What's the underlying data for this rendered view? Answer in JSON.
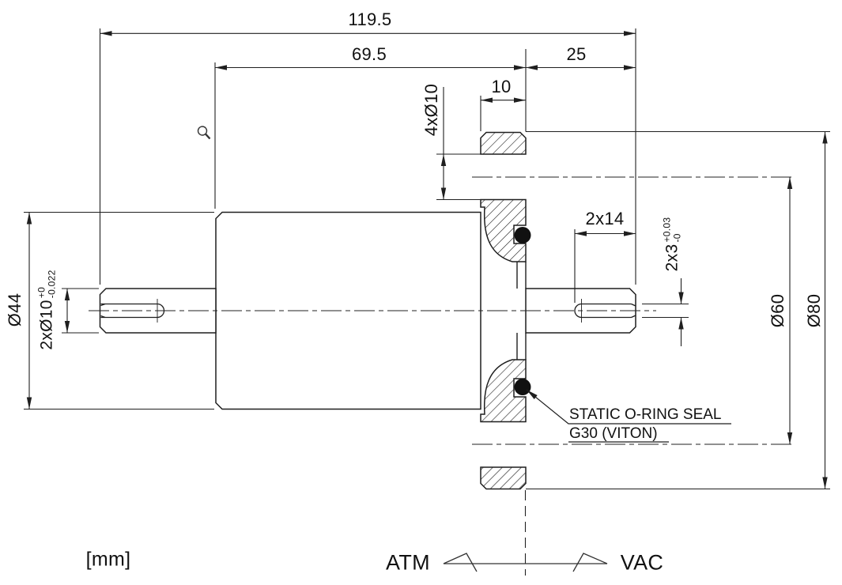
{
  "drawing": {
    "units": "[mm]",
    "side_left": "ATM",
    "side_right": "VAC",
    "callout": {
      "line1": "STATIC O-RING SEAL",
      "line2": "G30 (VITON)"
    },
    "dims": {
      "total_length": "119.5",
      "body_to_flange_face": "69.5",
      "shaft_extension": "25",
      "flange_thickness": "10",
      "bolt_holes": "4xØ10",
      "keyway_length": "2x14",
      "keyway_width": {
        "main": "2x3",
        "sup": "+0.03",
        "sub": "-0"
      },
      "body_diameter": "Ø44",
      "shaft_diameter": {
        "main": "2xØ10",
        "sup": "+0",
        "sub": "-0.022"
      },
      "bolt_circle_diameter": "Ø60",
      "flange_diameter": "Ø80"
    },
    "colors": {
      "line": "#1f1f1f",
      "oring_fill": "#111111",
      "background": "#ffffff"
    }
  }
}
